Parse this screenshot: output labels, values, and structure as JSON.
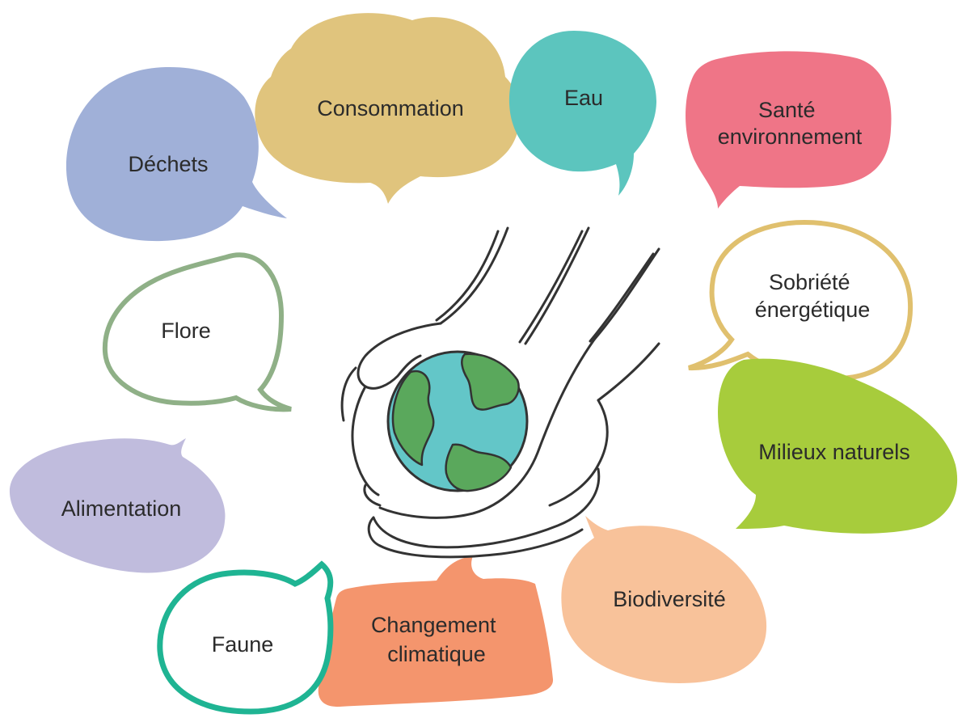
{
  "bubbles": [
    {
      "id": "dechets",
      "lines": [
        "Déchets"
      ],
      "color": "#a0b0d8",
      "style": "filled"
    },
    {
      "id": "consommation",
      "lines": [
        "Consommation"
      ],
      "color": "#e0c47d",
      "style": "filled"
    },
    {
      "id": "eau",
      "lines": [
        "Eau"
      ],
      "color": "#5cc5be",
      "style": "filled"
    },
    {
      "id": "sante",
      "lines": [
        "Santé",
        "environnement"
      ],
      "color": "#ef7587",
      "style": "filled"
    },
    {
      "id": "sobriete",
      "lines": [
        "Sobriété",
        "énergétique"
      ],
      "color": "#e0c06e",
      "style": "outline"
    },
    {
      "id": "flore",
      "lines": [
        "Flore"
      ],
      "color": "#8fb087",
      "style": "outline"
    },
    {
      "id": "milieux",
      "lines": [
        "Milieux naturels"
      ],
      "color": "#a7cc3c",
      "style": "filled"
    },
    {
      "id": "alimentation",
      "lines": [
        "Alimentation"
      ],
      "color": "#c0bcdd",
      "style": "filled"
    },
    {
      "id": "biodiversite",
      "lines": [
        "Biodiversité"
      ],
      "color": "#f8c29a",
      "style": "filled"
    },
    {
      "id": "faune",
      "lines": [
        "Faune"
      ],
      "color": "#1fb493",
      "style": "outline"
    },
    {
      "id": "changement",
      "lines": [
        "Changement",
        "climatique"
      ],
      "color": "#f4956d",
      "style": "filled"
    }
  ],
  "center": {
    "icon": "hands-holding-earth-icon",
    "ocean_color": "#63c6c8",
    "land_color": "#5aa85c",
    "line_color": "#333333"
  }
}
